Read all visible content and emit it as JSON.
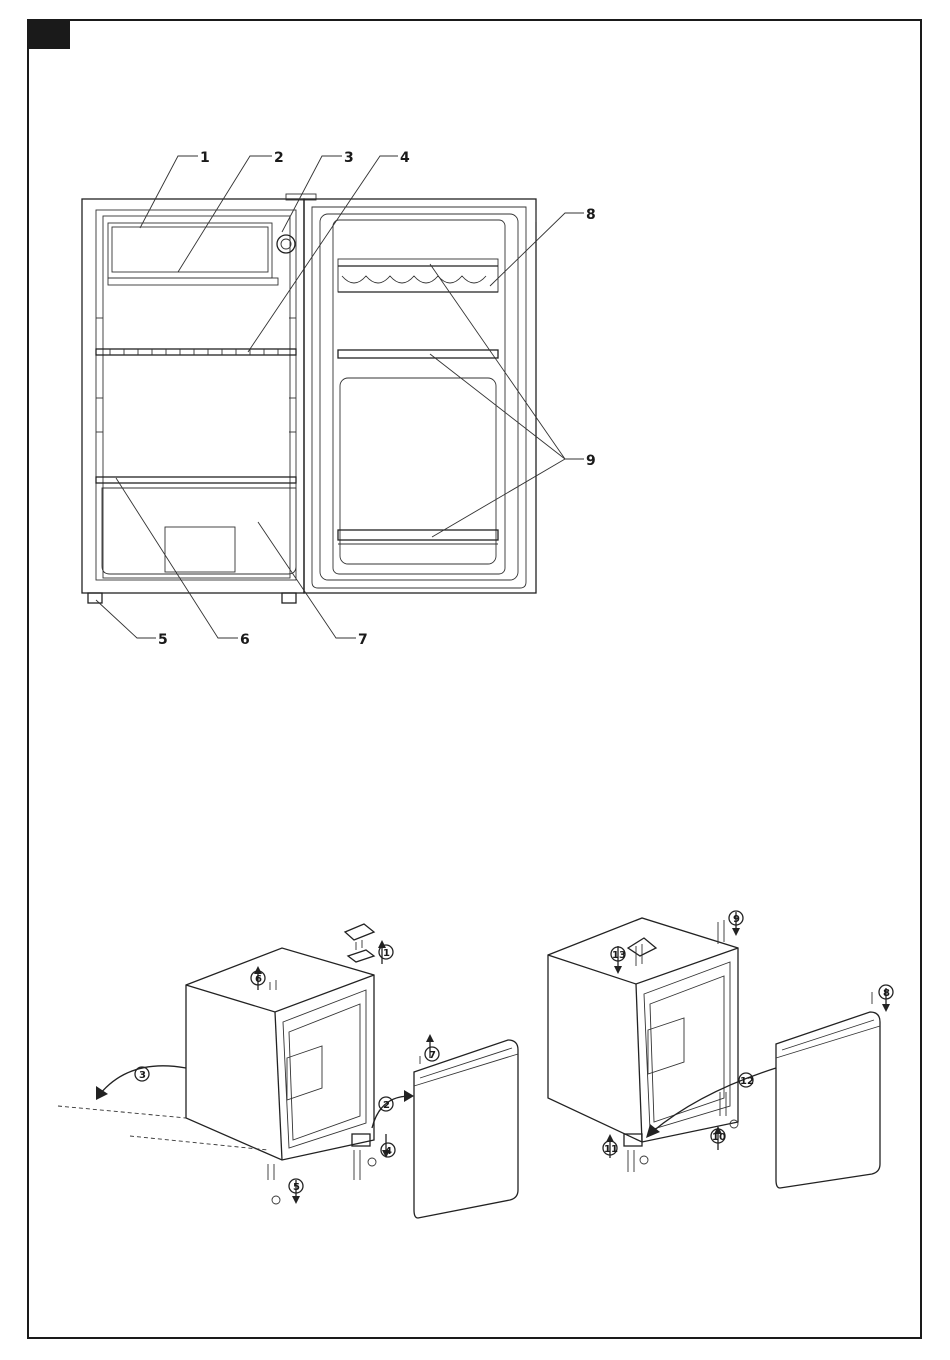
{
  "callouts": {
    "top": [
      "1",
      "2",
      "3",
      "4"
    ],
    "right": [
      "8",
      "9"
    ],
    "bottom": [
      "5",
      "6",
      "7"
    ]
  },
  "steps_left": [
    "1",
    "2",
    "3",
    "4",
    "5",
    "6",
    "7"
  ],
  "steps_right": [
    "8",
    "9",
    "10",
    "11",
    "12",
    "13"
  ],
  "colors": {
    "line": "#222222",
    "frame": "#1a1a1a",
    "background": "#ffffff"
  }
}
